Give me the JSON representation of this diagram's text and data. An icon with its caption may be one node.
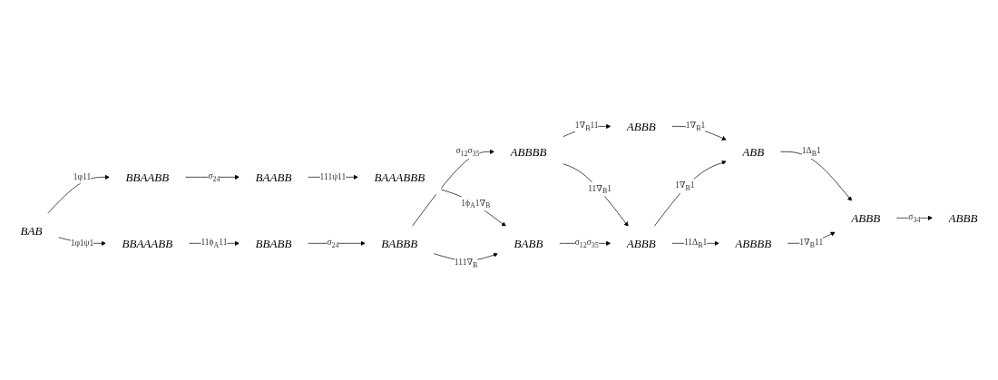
{
  "diagram": {
    "nodes": [
      {
        "text": [
          "BAB"
        ]
      },
      {
        "text": [
          "BBAABB"
        ]
      },
      {
        "text": [
          "BAABB"
        ]
      },
      {
        "text": [
          "BAAABBB"
        ]
      },
      {
        "text": [
          "BABB"
        ]
      },
      {
        "text": [
          "BBAAABB"
        ]
      },
      {
        "text": [
          "BBABB"
        ]
      },
      {
        "text": [
          "BABBB"
        ]
      },
      {
        "text": [
          "ABBBB"
        ]
      },
      {
        "text": [
          "ABBB"
        ]
      },
      {
        "text": [
          "ABBB"
        ]
      },
      {
        "text": [
          "ABB"
        ]
      },
      {
        "text": [
          "ABBBB"
        ]
      },
      {
        "text": [
          "ABBB"
        ]
      },
      {
        "text": [
          "ABBB"
        ]
      }
    ],
    "edges": [
      {
        "from": 0,
        "to": 1,
        "arrow": "to",
        "label": "1φ11"
      },
      {
        "from": 1,
        "to": 2,
        "arrow": "to",
        "label": "σ$_{24}$"
      },
      {
        "from": 2,
        "to": 3,
        "arrow": "to",
        "label": "111ψ11"
      },
      {
        "from": 3,
        "to": 4,
        "arrow": "to",
        "label": "1ϕ$_{A}$1∇$_{B}$"
      },
      {
        "from": 0,
        "to": 5,
        "arrow": "to",
        "label": "1φ1ψ1"
      },
      {
        "from": 5,
        "to": 6,
        "arrow": "to",
        "label": "11ϕ$_{A}$11"
      },
      {
        "from": 6,
        "to": 7,
        "arrow": "to",
        "label": "σ$_{24}$"
      },
      {
        "from": 7,
        "to": 4,
        "arrow": "to",
        "label": "111∇$_{B}$"
      },
      {
        "from": 7,
        "to": 8,
        "arrow": "to",
        "label": "σ$_{12}$σ$_{35}$"
      },
      {
        "from": 8,
        "to": 9,
        "arrow": "to",
        "label": "11∇$_{B}$1"
      },
      {
        "from": 4,
        "to": 9,
        "arrow": "to",
        "label": "σ$_{12}$σ$_{35}$"
      },
      {
        "from": 8,
        "to": 10,
        "arrow": "to",
        "label": "1∇$_{B}$11"
      },
      {
        "from": 10,
        "to": 11,
        "arrow": "to",
        "label": "1∇$_{B}$1"
      },
      {
        "from": 9,
        "to": 11,
        "arrow": "to",
        "label": "1∇$_{B}$1"
      },
      {
        "from": 9,
        "to": 12,
        "arrow": "to",
        "label": "11Δ$_{B}$1"
      },
      {
        "from": 11,
        "to": 13,
        "arrow": "to",
        "label": "1Δ$_{B}$1"
      },
      {
        "from": 12,
        "to": 13,
        "arrow": "to",
        "label": "1∇$_{B}$11"
      },
      {
        "from": 13,
        "to": 14,
        "arrow": "to",
        "label": "σ$_{34}$"
      }
    ]
  }
}
